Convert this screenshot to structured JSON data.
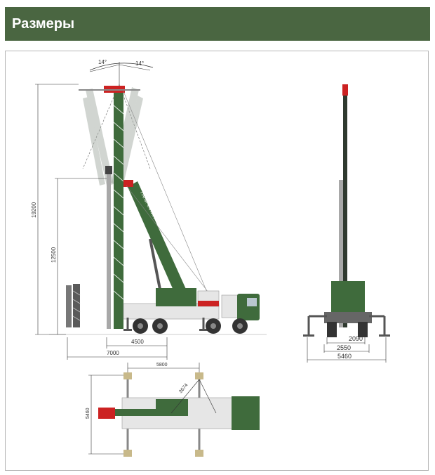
{
  "header": {
    "title": "Размеры"
  },
  "colors": {
    "header_bg": "#4a6641",
    "crane_green": "#3f6b3c",
    "truck_white": "#e6e6e6",
    "accent_red": "#cc2222"
  },
  "side_view": {
    "angle_left": "14°",
    "angle_right": "14°",
    "height_total": "19200",
    "height_mid": "12500",
    "width_mid": "4500",
    "width_total": "7000",
    "boom_lettering": "ГАЛИЧАНИН"
  },
  "rear_view": {
    "width_inner": "2090",
    "width_mid": "2550",
    "width_outer": "5460"
  },
  "top_view": {
    "length": "5800",
    "width": "5460",
    "diagonal": "3674"
  }
}
